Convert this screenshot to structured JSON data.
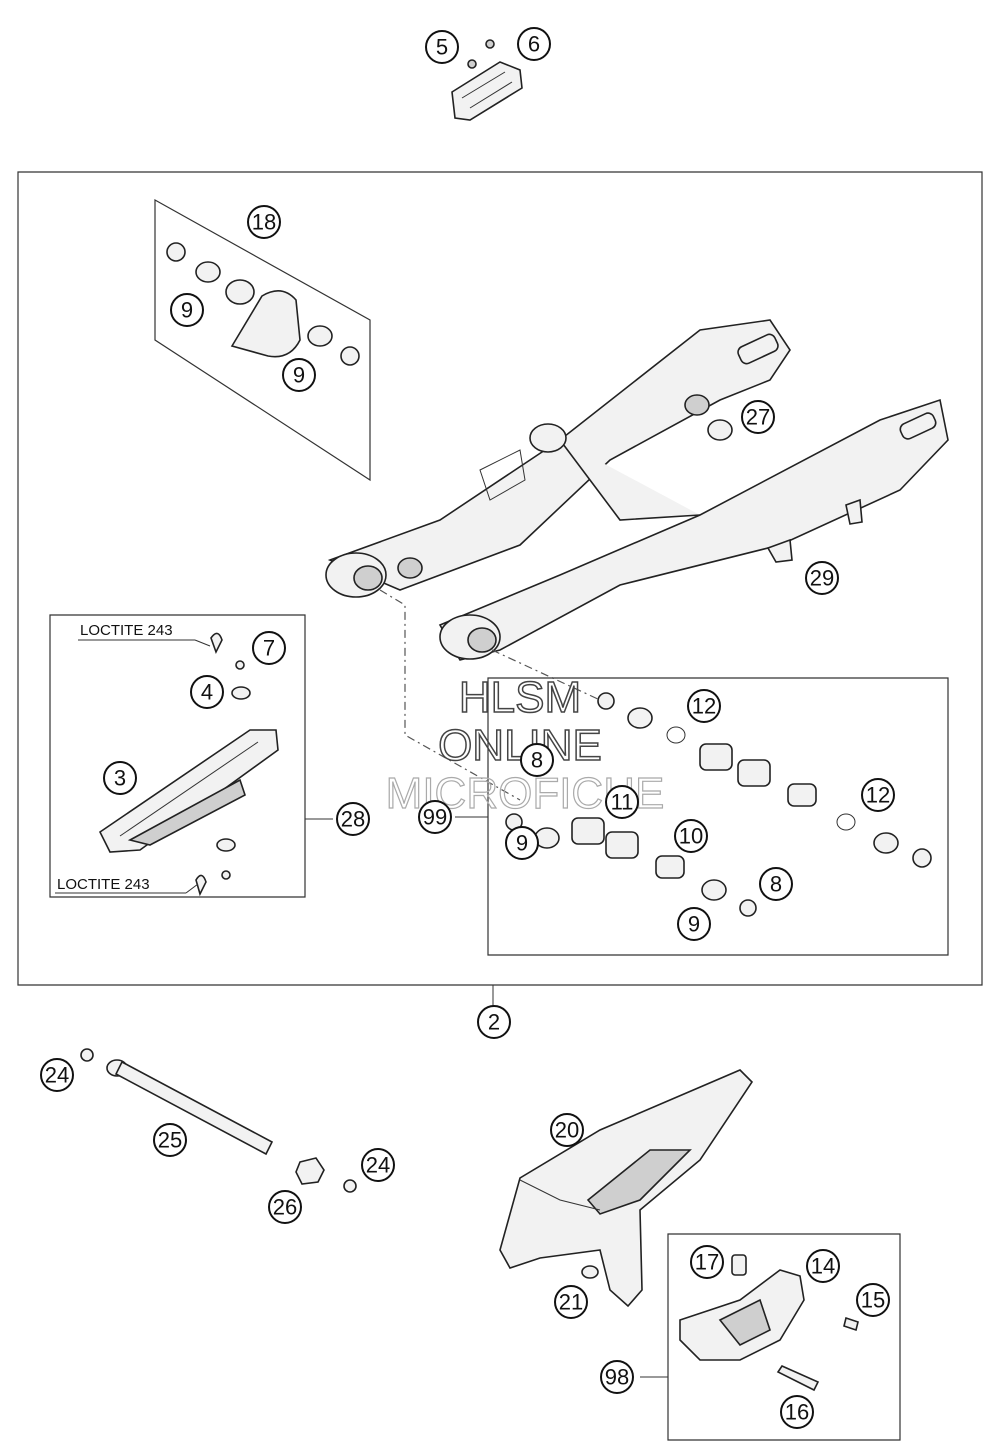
{
  "watermark": {
    "line1": "HLSM",
    "line2": "ONLINE",
    "line3": "MICROFICHE"
  },
  "labels": {
    "loctite_top": "LOCTITE 243",
    "loctite_bottom": "LOCTITE 243"
  },
  "callouts": {
    "c5": "5",
    "c6": "6",
    "c18": "18",
    "c9a": "9",
    "c9b": "9",
    "c27": "27",
    "c29": "29",
    "c7": "7",
    "c4": "4",
    "c3": "3",
    "c28": "28",
    "c99": "99",
    "c8a": "8",
    "c12a": "12",
    "c11": "11",
    "c12b": "12",
    "c9c": "9",
    "c10": "10",
    "c8b": "8",
    "c9d": "9",
    "c2": "2",
    "c24a": "24",
    "c25": "25",
    "c24b": "24",
    "c26": "26",
    "c20": "20",
    "c21": "21",
    "c17": "17",
    "c14": "14",
    "c15": "15",
    "c98": "98",
    "c16": "16"
  }
}
